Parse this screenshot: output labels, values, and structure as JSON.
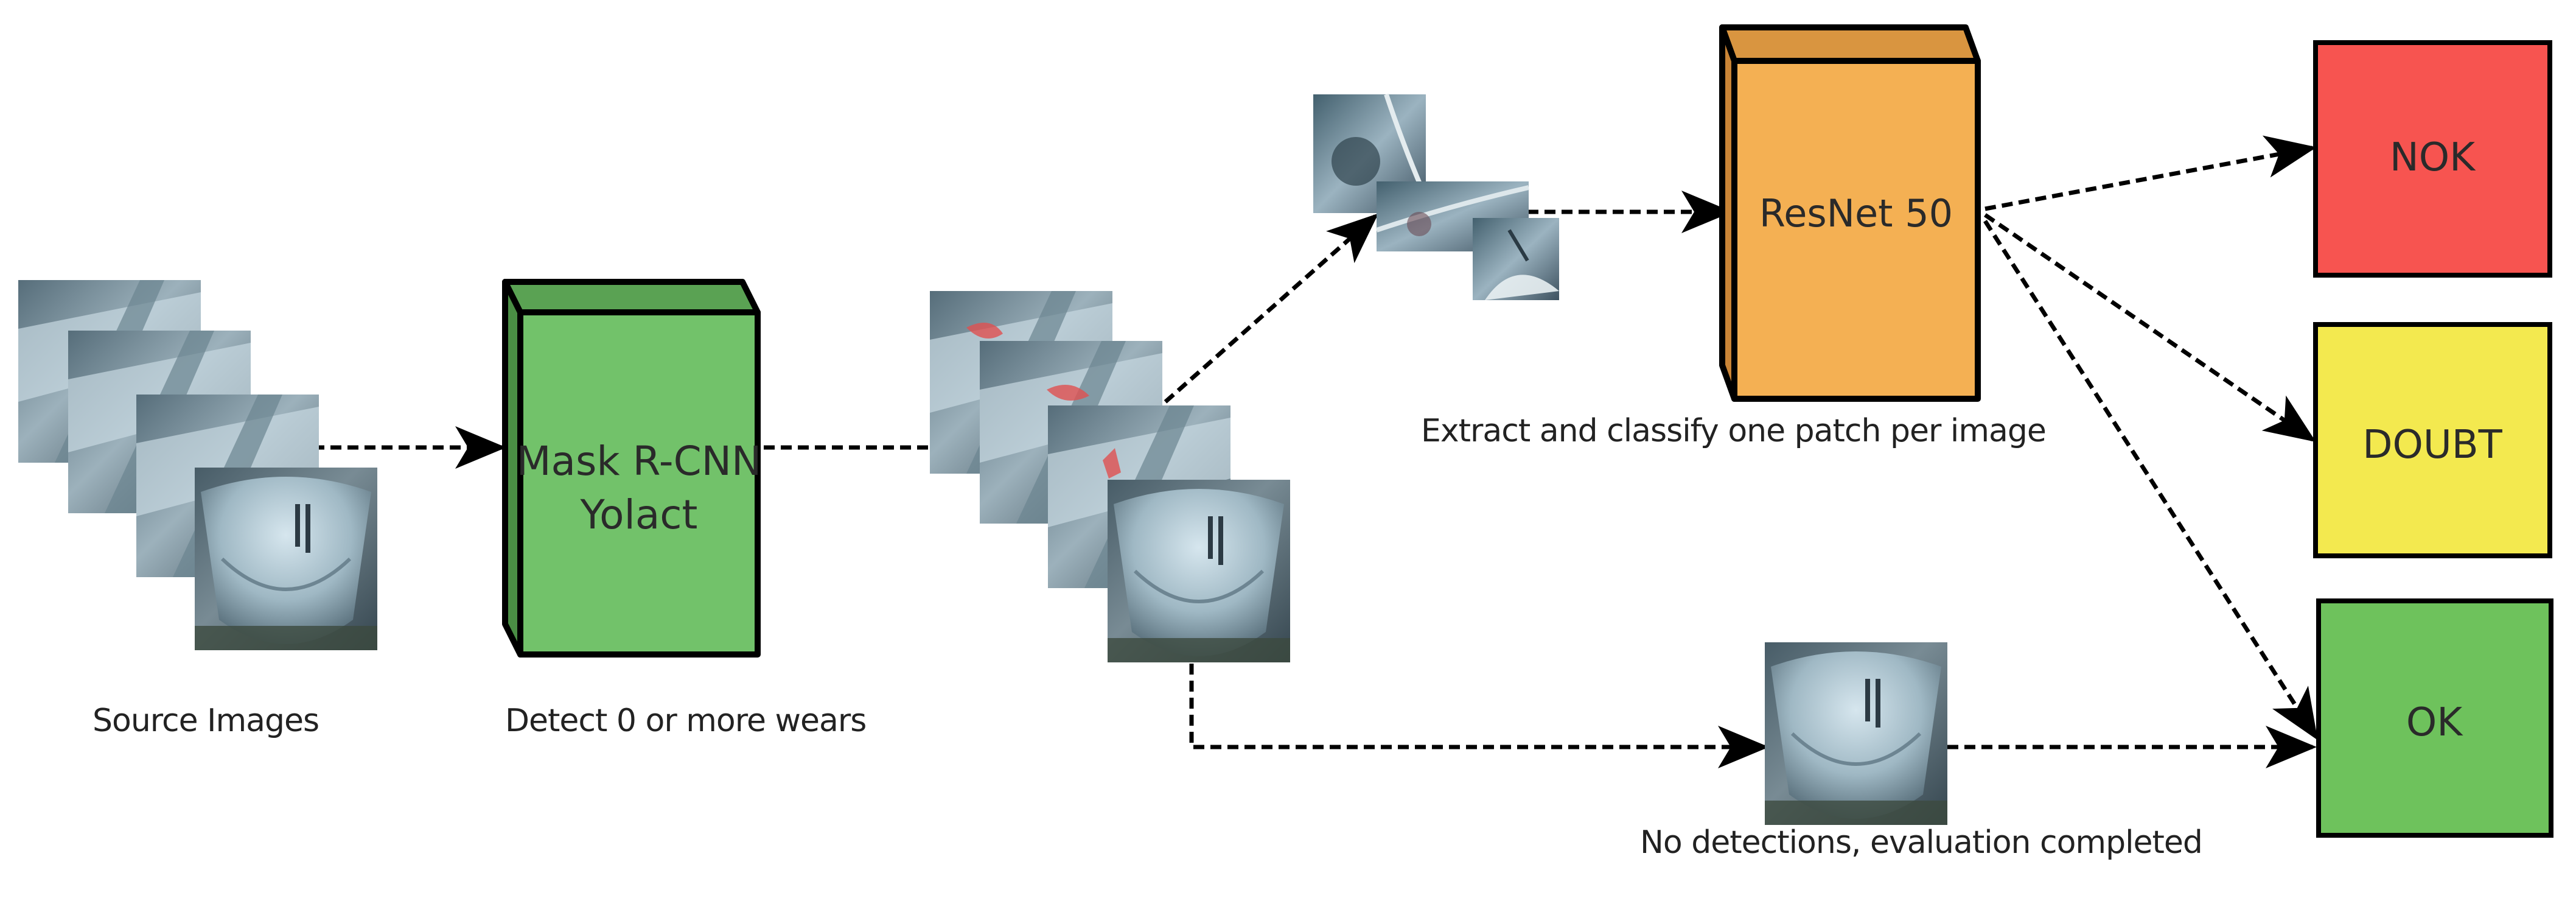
{
  "labels": {
    "source_images": "Source Images",
    "detect": "Detect 0 or more wears",
    "extract": "Extract and classify one patch per image",
    "no_detections": "No detections, evaluation completed"
  },
  "boxes": {
    "detector_line1": "Mask R-CNN",
    "detector_line2": "Yolact",
    "classifier": "ResNet 50"
  },
  "outcomes": {
    "nok": "NOK",
    "doubt": "DOUBT",
    "ok": "OK"
  },
  "colors": {
    "detector": "#72c26a",
    "classifier": "#f4b053",
    "nok": "#f75450",
    "doubt": "#f3e94f",
    "ok": "#6ec25c",
    "mask_overlay": "#e05050"
  }
}
